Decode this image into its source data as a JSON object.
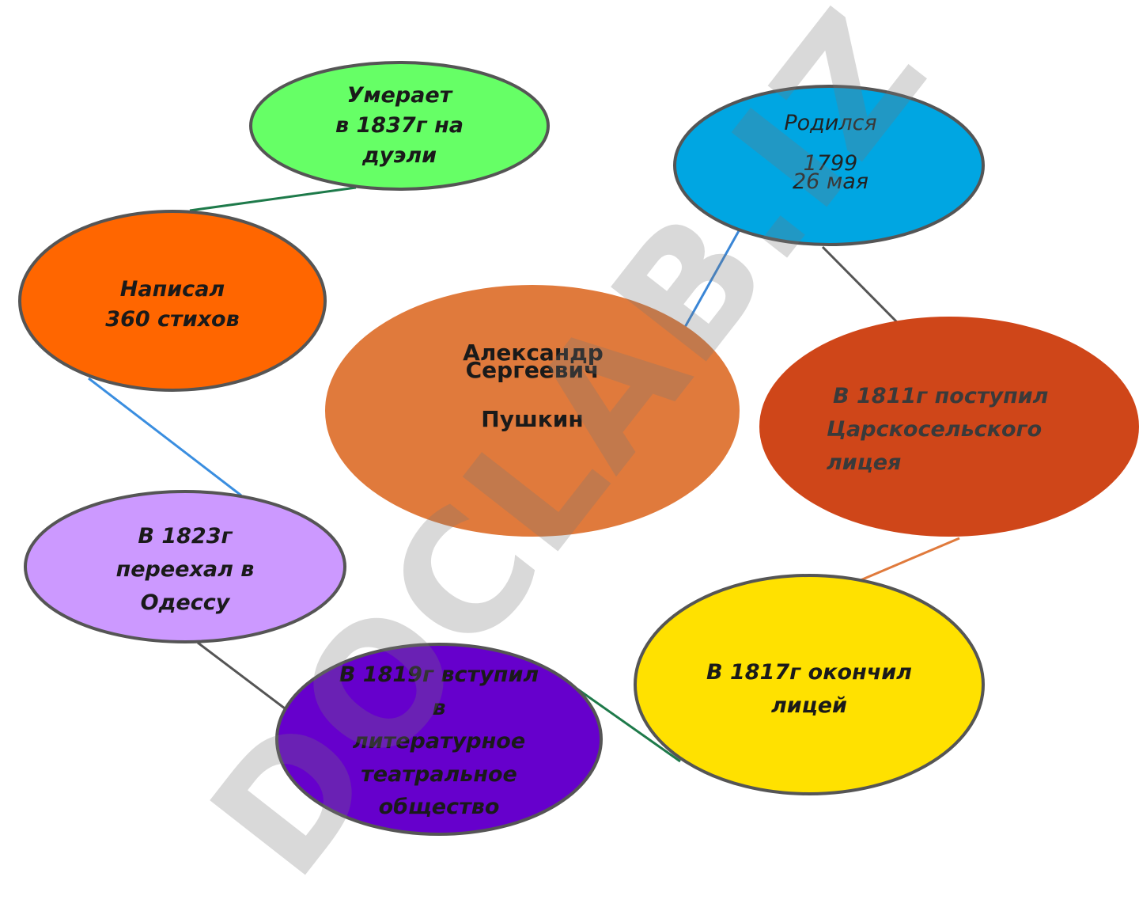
{
  "colors": {
    "died": "#66ff66",
    "born": "#00a6e2",
    "wrote": "#ff6600",
    "center": "#e07a3c",
    "lyceum_enter": "#cf4619",
    "odessa": "#cc99ff",
    "lyceum_finish": "#ffe100",
    "society": "#6600cc",
    "outline": "#555555"
  },
  "nodes": {
    "died": {
      "lines": [
        "Умерает",
        "в 1837г на",
        "дуэли"
      ]
    },
    "born": {
      "lines": [
        "Родился",
        "1799",
        "26 мая"
      ]
    },
    "wrote": {
      "lines": [
        "Написал",
        "360 стихов"
      ]
    },
    "center": {
      "lines": [
        "Александр",
        "Сергеевич",
        "Пушкин"
      ]
    },
    "lyceum_enter": {
      "lines": [
        "В 1811г поступил",
        "Царскосельского",
        "лицея"
      ]
    },
    "odessa": {
      "lines": [
        "В 1823г",
        "переехал в",
        "Одессу"
      ]
    },
    "lyceum_finish": {
      "lines": [
        "В 1817г  окончил",
        "лицей"
      ]
    },
    "society": {
      "lines": [
        "В 1819г вступил",
        "в",
        "литературное",
        "театральное",
        "общество"
      ]
    }
  },
  "watermark": "DOCLAB.IZ"
}
